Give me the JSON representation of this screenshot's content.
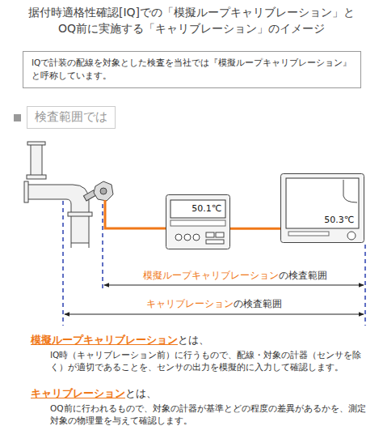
{
  "diagram": {
    "title": "据付時適格性確認[IQ]での「模擬ループキャリブレーション」とOQ前に実施する「キャリブレーション」のイメージ",
    "nodes": [
      {
        "text": [
          "IQで計装の配線を対象とした検査を当社では『模擬ループキャリブレーション』と呼称しています。"
        ]
      },
      {
        "text": [
          "検査範囲では"
        ]
      },
      {
        "text": [
          "50.1℃"
        ]
      },
      {
        "text": [
          "50.3℃"
        ]
      }
    ],
    "edges": [
      {
        "from": 2,
        "to": 3,
        "arrow": "none"
      }
    ],
    "labels": [
      "模擬ループキャリブレーション",
      "の検査範囲",
      "キャリブレーション",
      "の検査範囲",
      "模擬ループキャリブレーション",
      "とは、",
      "IQ時（キャリブレーション前）に行うもので、配線・対象の計器（センサを除く）が適切であることを、センサの出力を模擬的に入力して確認します。",
      "キャリブレーション",
      "とは、",
      "OQ前に行われるもので、対象の計器が基準とどの程度の差異があるかを、測定対象の物理量を与えて確認します。"
    ]
  }
}
